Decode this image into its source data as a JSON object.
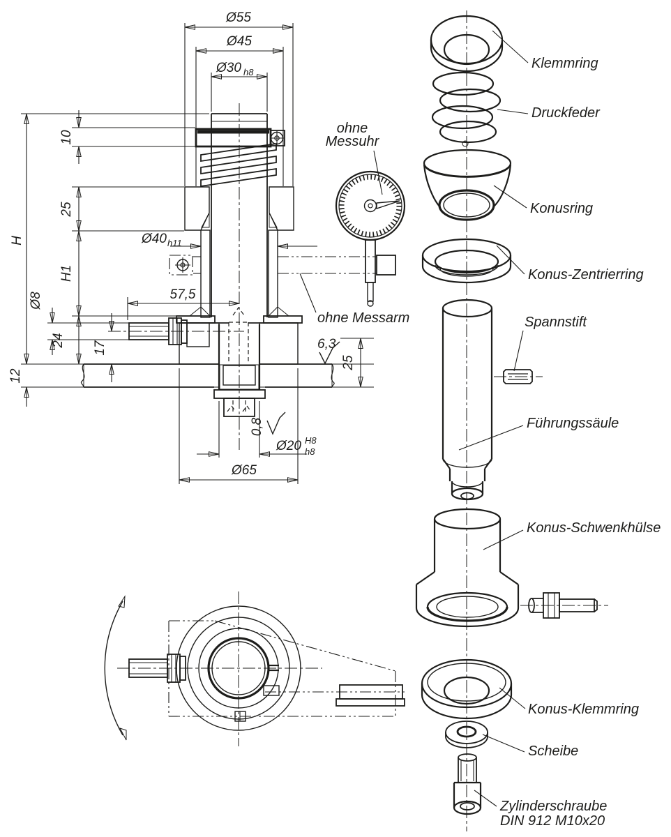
{
  "drawing": {
    "line_color": "#1d1d1b",
    "background": "#ffffff"
  },
  "dimensions": {
    "dia55": "Ø55",
    "dia45": "Ø45",
    "dia30": "Ø30",
    "dia30_tol": "h8",
    "len10": "10",
    "len25_left": "25",
    "height_total": "H",
    "height_h1": "H1",
    "dia40": "Ø40",
    "dia40_tol": "h11",
    "len57_5": "57,5",
    "dia8": "Ø8",
    "len24": "24",
    "len17": "17",
    "len12": "12",
    "surface_6_3": "6,3",
    "len25_right": "25",
    "surface_0_8": "0,8",
    "dia20": "Ø20",
    "dia20_tol_upper": "H8",
    "dia20_tol_lower": "h8",
    "dia65": "Ø65"
  },
  "notes": {
    "without_dial_line1": "ohne",
    "without_dial_line2": "Messuhr",
    "without_arm": "ohne Messarm"
  },
  "parts": {
    "klemmring": "Klemmring",
    "druckfeder": "Druckfeder",
    "konusring": "Konusring",
    "konus_zentrierring": "Konus-Zentrierring",
    "spannstift": "Spannstift",
    "fuehrungssaeule": "Führungssäule",
    "konus_schwenkhuelse": "Konus-Schwenkhülse",
    "konus_klemmring": "Konus-Klemmring",
    "scheibe": "Scheibe",
    "zylinderschraube_line1": "Zylinderschraube",
    "zylinderschraube_line2": "DIN 912 M10x20"
  }
}
